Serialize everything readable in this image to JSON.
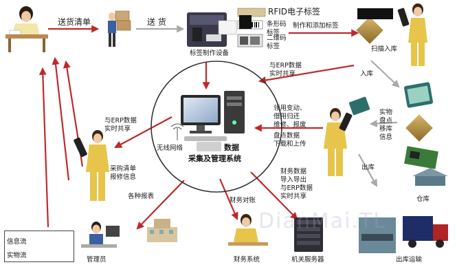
{
  "labels": {
    "send_list": "送货清单",
    "deliver": "送 货",
    "label_device": "标签制作设备",
    "rfid_tag": "RFID电子标签",
    "barcode_tag": "条形码\n标签",
    "qrcode_tag": "二维码\n标签",
    "make_add_tag": "制作和添加标签",
    "scan_in": "扫描入库",
    "erp_share_top": "与ERP数据\n实时共享",
    "in_store": "入库",
    "ops": "领用变动、\n借用归还\n维修、报废",
    "inventory_dl": "盘点数据\n下载和上传",
    "physical": "实物\n盘点\n移库\n信息",
    "erp_share_left": "与ERP数据\n实时共享",
    "wireless": "无线网络",
    "center_line1": "数据",
    "center_line2": "采集及管理系统",
    "purchase": "采购清单\n报修信息",
    "reports": "各种报表",
    "finance_check": "财务对账",
    "finance_io": "财务数据\n导入导出\n与ERP数据\n实时共享",
    "out_store": "出库",
    "warehouse": "仓库",
    "admin": "管理员",
    "finance_sys": "财务系统",
    "server": "机关服务器",
    "transport": "出库运输"
  },
  "legend": {
    "info_flow": "信息流",
    "goods_flow": "实物流"
  },
  "watermark": "DianMai.TL",
  "colors": {
    "info_arrow": "#c0282a",
    "goods_arrow": "#a9a9a9",
    "text": "#1a1a1a"
  }
}
